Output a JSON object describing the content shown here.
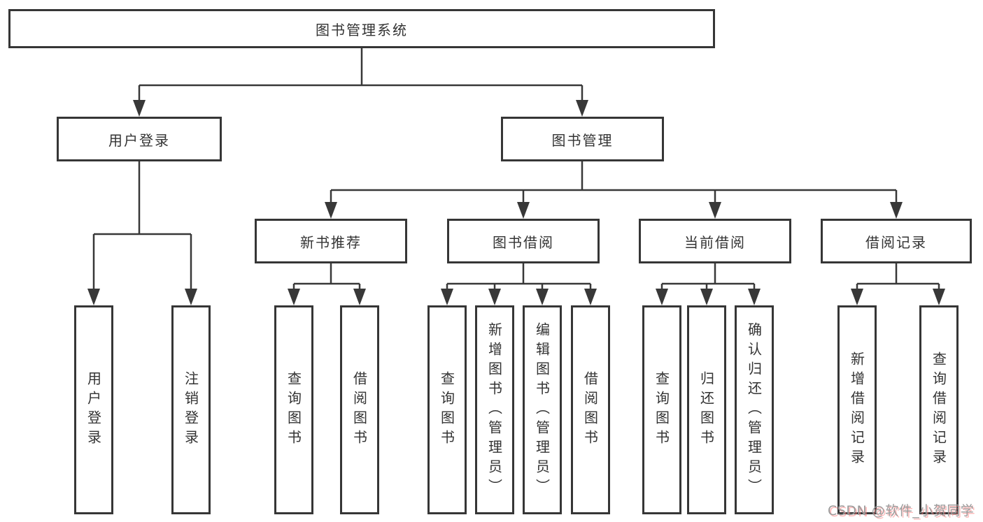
{
  "diagram": {
    "tree": {
      "label": "图书管理系统",
      "children": [
        {
          "label": "用户登录",
          "children": [
            {
              "label": "用户登录"
            },
            {
              "label": "注销登录"
            }
          ]
        },
        {
          "label": "图书管理",
          "children": [
            {
              "label": "新书推荐",
              "children": [
                {
                  "label": "查询图书"
                },
                {
                  "label": "借阅图书"
                }
              ]
            },
            {
              "label": "图书借阅",
              "children": [
                {
                  "label": "查询图书"
                },
                {
                  "label": "新增图书（管理员）"
                },
                {
                  "label": "编辑图书（管理员）"
                },
                {
                  "label": "借阅图书"
                }
              ]
            },
            {
              "label": "当前借阅",
              "children": [
                {
                  "label": "查询图书"
                },
                {
                  "label": "归还图书"
                },
                {
                  "label": "确认归还（管理员）"
                }
              ]
            },
            {
              "label": "借阅记录",
              "children": [
                {
                  "label": "新增借阅记录"
                },
                {
                  "label": "查询借阅记录"
                }
              ]
            }
          ]
        }
      ]
    },
    "colors": {
      "line": "#383838",
      "text": "#333333",
      "background": "#ffffff",
      "watermark": "#9b9b9b",
      "watermark_shadow": "#ff8a8a"
    }
  },
  "watermark": {
    "text": "CSDN @软件_小贺同学"
  }
}
